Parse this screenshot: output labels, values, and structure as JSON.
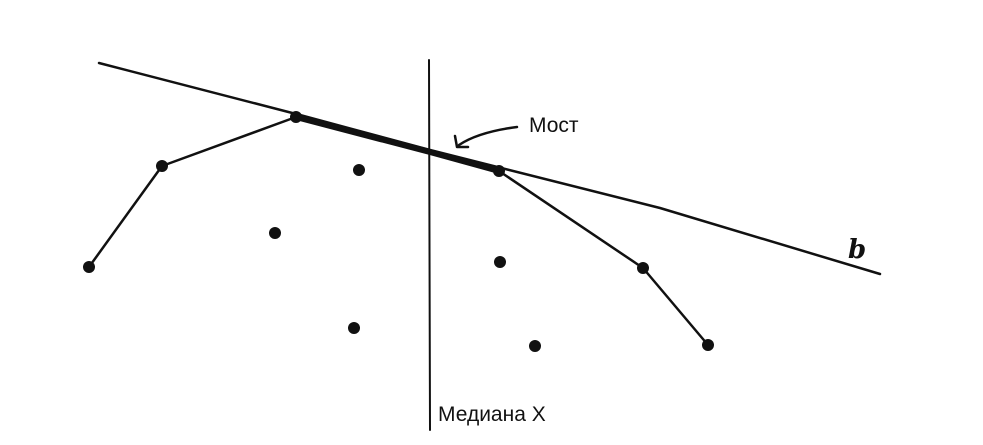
{
  "labels": {
    "bridge": "Мост",
    "median": "Медиана X",
    "tangent_line": "b"
  },
  "colors": {
    "ink": "#111111",
    "background": "#ffffff"
  }
}
